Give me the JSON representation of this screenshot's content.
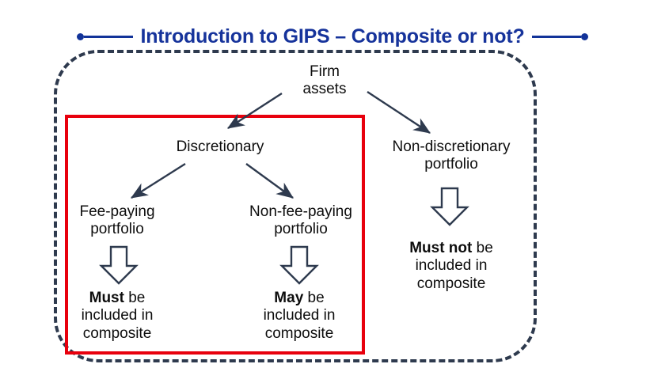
{
  "slide": {
    "background_color": "#ffffff",
    "title": {
      "text": "Introduction to GIPS – Composite or not?",
      "color": "#16339B",
      "left_decoration": "dot-line",
      "right_decoration": "line-dot"
    }
  },
  "diagram": {
    "type": "flowchart",
    "container_style": "dashed-rounded-rectangle",
    "container_color": "#2E3A4E",
    "highlight_box": {
      "color": "#E8000D",
      "encloses": [
        "Discretionary",
        "Fee-paying portfolio",
        "Non-fee-paying portfolio",
        "Must be included in composite",
        "May be included in composite"
      ]
    },
    "arrow_color": "#2E3A4E",
    "nodes": {
      "firm_assets": {
        "line1": "Firm",
        "line2": "assets"
      },
      "discretionary": {
        "line1": "Discretionary"
      },
      "non_discretionary": {
        "line1": "Non-discretionary",
        "line2": "portfolio"
      },
      "fee_paying": {
        "line1": "Fee-paying",
        "line2": "portfolio"
      },
      "non_fee_paying": {
        "line1": "Non-fee-paying",
        "line2": "portfolio"
      },
      "must_outcome": {
        "bold": "Must",
        "rest": " be",
        "line2": "included in",
        "line3": "composite"
      },
      "may_outcome": {
        "bold": "May",
        "rest": " be",
        "line2": "included in",
        "line3": "composite"
      },
      "must_not_outcome": {
        "bold": "Must not",
        "rest": " be",
        "line2": "included in",
        "line3": "composite"
      }
    },
    "edges": [
      {
        "from": "firm_assets",
        "to": "discretionary",
        "style": "thin-arrow"
      },
      {
        "from": "firm_assets",
        "to": "non_discretionary",
        "style": "thin-arrow"
      },
      {
        "from": "discretionary",
        "to": "fee_paying",
        "style": "thin-arrow"
      },
      {
        "from": "discretionary",
        "to": "non_fee_paying",
        "style": "thin-arrow"
      },
      {
        "from": "fee_paying",
        "to": "must_outcome",
        "style": "hollow-block-arrow"
      },
      {
        "from": "non_fee_paying",
        "to": "may_outcome",
        "style": "hollow-block-arrow"
      },
      {
        "from": "non_discretionary",
        "to": "must_not_outcome",
        "style": "hollow-block-arrow"
      }
    ]
  }
}
